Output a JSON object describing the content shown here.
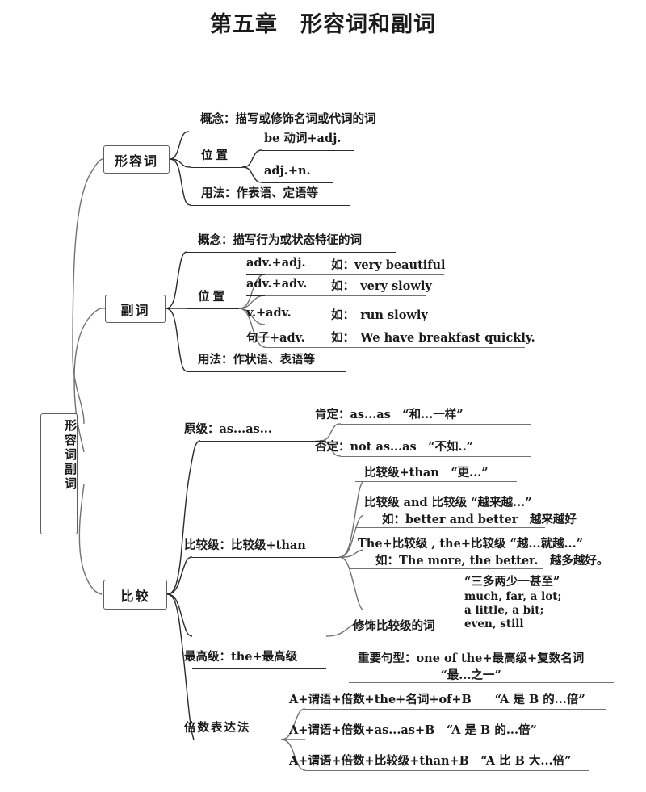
{
  "title": "第五章　形容词和副词",
  "root": {
    "label_line1": "形容词",
    "label_line2": "副词"
  },
  "branches": {
    "adjective": {
      "label": "形容词",
      "children": [
        {
          "label": "概念：描写或修饰名词或代词的词"
        },
        {
          "label": "位置",
          "children": [
            {
              "label": "be 动词+adj."
            },
            {
              "label": "adj.+n."
            }
          ]
        },
        {
          "label": "用法：作表语、定语等"
        }
      ]
    },
    "adverb": {
      "label": "副词",
      "children": [
        {
          "label": "概念：描写行为或状态特征的词"
        },
        {
          "label": "位置",
          "children": [
            {
              "label": "adv.+adj.",
              "example": "如：very beautiful"
            },
            {
              "label": "adv.+adv.",
              "example": "如：　very slowly"
            },
            {
              "label": "v.+adv.",
              "example": "如：　run slowly"
            },
            {
              "label": "句子+adv.",
              "example": "如：　We have breakfast quickly."
            }
          ]
        },
        {
          "label": "用法：作状语、表语等"
        }
      ]
    },
    "comparison": {
      "label": "比较",
      "children": [
        {
          "label": "原级：as...as...",
          "children": [
            {
              "label": "肯定：as...as　“和...一样”"
            },
            {
              "label": "否定：not as...as　“不如..”"
            }
          ]
        },
        {
          "label": "比较级：比较级+than",
          "children": [
            {
              "line1": "比较级+than　“更...”",
              "line2": ""
            },
            {
              "line1": "比较级 and 比较级 “越来越...”",
              "line2": "如：better and better　越来越好"
            },
            {
              "line1": "The+比较级 , the+比较级 “越...就越...”",
              "line2": "如：The more, the better.　越多越好。"
            },
            {
              "label": "修饰比较级的词",
              "detail_lines": [
                "“三多两少一甚至”",
                "much, far, a lot;",
                "a little, a bit;",
                "even, still"
              ]
            }
          ]
        },
        {
          "label": "最高级：the+最高级",
          "children": [
            {
              "line1": "重要句型：one of the+最高级+复数名词",
              "line2": "“最...之一”"
            }
          ]
        },
        {
          "label": "倍数表达法",
          "children": [
            {
              "label": "A+谓语+倍数+the+名词+of+B　　“A 是 B 的...倍”"
            },
            {
              "label": "A+谓语+倍数+as...as+B　“A 是 B 的...倍”"
            },
            {
              "label": "A+谓语+倍数+比较级+than+B　“A 比 B 大...倍”"
            }
          ]
        }
      ]
    }
  },
  "colors": {
    "ink": "#1a1a1a",
    "box_border": "#5a5f68",
    "wire": "#6e7279",
    "wire_dark": "#2b2b2b",
    "background": "#ffffff"
  }
}
